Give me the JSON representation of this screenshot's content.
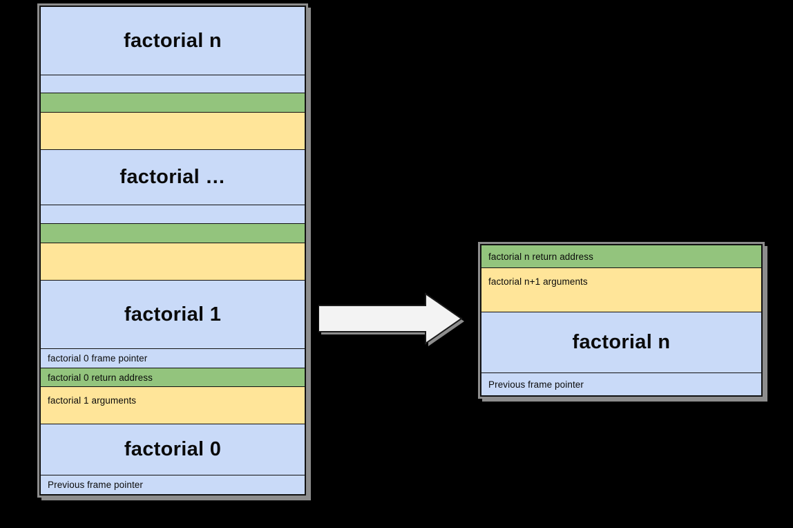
{
  "diagram": {
    "description_colors": {
      "background": "#000000",
      "frame_blue": "#c9daf8",
      "return_address_green": "#93c47d",
      "arguments_yellow": "#ffe599",
      "border": "#101010",
      "shadow_gray": "#8d8d8d",
      "arrow_fill": "#f3f3f3"
    },
    "left_stack": {
      "rows": [
        {
          "label": "factorial n"
        },
        {
          "label": ""
        },
        {
          "label": ""
        },
        {
          "label": ""
        },
        {
          "label": "factorial …"
        },
        {
          "label": ""
        },
        {
          "label": ""
        },
        {
          "label": ""
        },
        {
          "label": "factorial 1"
        },
        {
          "label": "factorial 0 frame pointer"
        },
        {
          "label": "factorial 0 return address"
        },
        {
          "label": "factorial 1 arguments"
        },
        {
          "label": "factorial 0"
        },
        {
          "label": "Previous frame pointer"
        }
      ]
    },
    "arrow": {
      "icon": "right-block-arrow-icon"
    },
    "right_stack": {
      "rows": [
        {
          "label": "factorial n return address"
        },
        {
          "label": "factorial n+1 arguments"
        },
        {
          "label": "factorial n"
        },
        {
          "label": "Previous frame pointer"
        }
      ]
    }
  }
}
